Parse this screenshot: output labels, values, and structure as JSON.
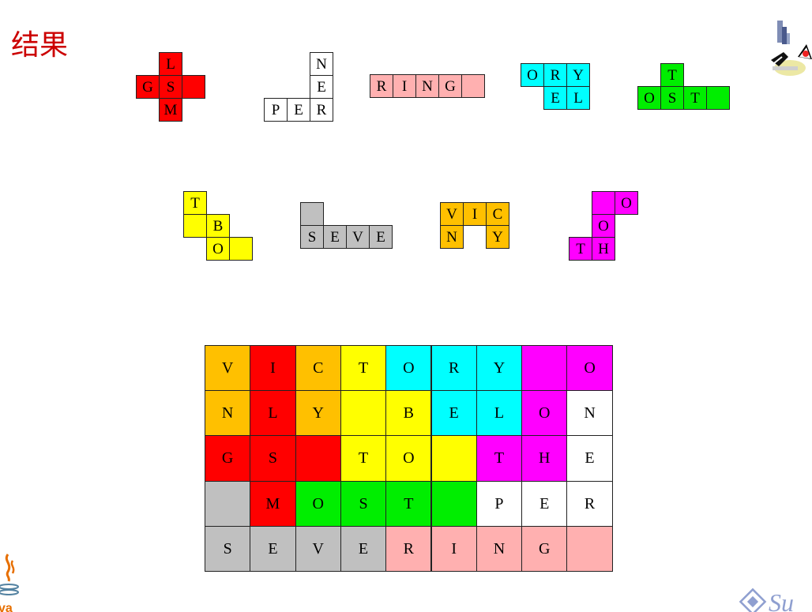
{
  "page": {
    "title": "结果"
  },
  "colors": {
    "R": "#ff0000",
    "W": "#ffffff",
    "P": "#ffb0b0",
    "C": "#00ffff",
    "G": "#00ee00",
    "Y": "#ffff00",
    "S": "#c0c0c0",
    "O": "#ffc000",
    "M": "#ff00ff"
  },
  "pieces": [
    {
      "name": "red",
      "color": "R",
      "cells": [
        [
          0,
          1,
          "L"
        ],
        [
          1,
          0,
          "G"
        ],
        [
          1,
          1,
          "S"
        ],
        [
          1,
          2,
          ""
        ],
        [
          2,
          1,
          "M"
        ]
      ]
    },
    {
      "name": "white",
      "color": "W",
      "cells": [
        [
          0,
          2,
          "N"
        ],
        [
          1,
          2,
          "E"
        ],
        [
          2,
          0,
          "P"
        ],
        [
          2,
          1,
          "E"
        ],
        [
          2,
          2,
          "R"
        ]
      ]
    },
    {
      "name": "pink",
      "color": "P",
      "cells": [
        [
          0,
          0,
          "R"
        ],
        [
          0,
          1,
          "I"
        ],
        [
          0,
          2,
          "N"
        ],
        [
          0,
          3,
          "G"
        ],
        [
          0,
          4,
          ""
        ]
      ]
    },
    {
      "name": "cyan",
      "color": "C",
      "cells": [
        [
          0,
          0,
          "O"
        ],
        [
          0,
          1,
          "R"
        ],
        [
          0,
          2,
          "Y"
        ],
        [
          1,
          1,
          "E"
        ],
        [
          1,
          2,
          "L"
        ]
      ]
    },
    {
      "name": "green",
      "color": "G",
      "cells": [
        [
          0,
          1,
          "T"
        ],
        [
          1,
          0,
          "O"
        ],
        [
          1,
          1,
          "S"
        ],
        [
          1,
          2,
          "T"
        ],
        [
          1,
          3,
          ""
        ]
      ]
    },
    {
      "name": "yellow",
      "color": "Y",
      "cells": [
        [
          0,
          0,
          "T"
        ],
        [
          1,
          0,
          ""
        ],
        [
          1,
          1,
          "B"
        ],
        [
          2,
          1,
          "O"
        ],
        [
          2,
          2,
          ""
        ]
      ]
    },
    {
      "name": "gray",
      "color": "S",
      "cells": [
        [
          0,
          0,
          ""
        ],
        [
          1,
          0,
          "S"
        ],
        [
          1,
          1,
          "E"
        ],
        [
          1,
          2,
          "V"
        ],
        [
          1,
          3,
          "E"
        ]
      ]
    },
    {
      "name": "orange",
      "color": "O",
      "cells": [
        [
          0,
          0,
          "V"
        ],
        [
          0,
          1,
          "I"
        ],
        [
          0,
          2,
          "C"
        ],
        [
          1,
          0,
          "N"
        ],
        [
          1,
          2,
          "Y"
        ]
      ]
    },
    {
      "name": "magenta",
      "color": "M",
      "cells": [
        [
          0,
          1,
          ""
        ],
        [
          0,
          2,
          "O"
        ],
        [
          1,
          1,
          "O"
        ],
        [
          2,
          0,
          "T"
        ],
        [
          2,
          1,
          "H"
        ]
      ]
    }
  ],
  "solution_grid": {
    "letters": [
      [
        "V",
        "I",
        "C",
        "T",
        "O",
        "R",
        "Y",
        "",
        "O"
      ],
      [
        "N",
        "L",
        "Y",
        "",
        "B",
        "E",
        "L",
        "O",
        "N"
      ],
      [
        "G",
        "S",
        "",
        "T",
        "O",
        "",
        "T",
        "H",
        "E"
      ],
      [
        "",
        "M",
        "O",
        "S",
        "T",
        "",
        "P",
        "E",
        "R"
      ],
      [
        "S",
        "E",
        "V",
        "E",
        "R",
        "I",
        "N",
        "G",
        ""
      ]
    ],
    "colors": [
      [
        "O",
        "R",
        "O",
        "Y",
        "C",
        "C",
        "C",
        "M",
        "M"
      ],
      [
        "O",
        "R",
        "O",
        "Y",
        "Y",
        "C",
        "C",
        "M",
        "W"
      ],
      [
        "R",
        "R",
        "R",
        "Y",
        "Y",
        "Y",
        "M",
        "M",
        "W"
      ],
      [
        "S",
        "R",
        "G",
        "G",
        "G",
        "G",
        "W",
        "W",
        "W"
      ],
      [
        "S",
        "S",
        "S",
        "S",
        "P",
        "P",
        "P",
        "P",
        "P"
      ]
    ]
  },
  "logos": {
    "duke": "duke-mascot-logo",
    "java": "java-logo",
    "sun": "sun-logo"
  }
}
